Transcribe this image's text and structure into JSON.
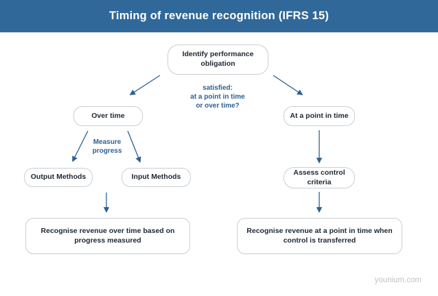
{
  "header": {
    "title": "Timing of revenue recognition (IFRS 15)"
  },
  "colors": {
    "header_bg": "#31689A",
    "canvas_bg": "#FFFFFF",
    "accent_blue": "#2E6093",
    "box_border": "#C8CED4",
    "box_text": "#1E2733",
    "watermark_gray": "#C2C2C2"
  },
  "nodes": {
    "identify": {
      "label": "Identify performance obligation"
    },
    "over_time": {
      "label": "Over time"
    },
    "at_point": {
      "label": "At a point in time"
    },
    "output_methods": {
      "label": "Output Methods"
    },
    "input_methods": {
      "label": "Input Methods"
    },
    "assess_control": {
      "label": "Assess control criteria"
    },
    "recognise_over_time": {
      "label": "Recognise revenue over time based on progress measured"
    },
    "recognise_point": {
      "label": "Recognise revenue at a point in time when control is transferred"
    }
  },
  "annotations": {
    "satisfied": {
      "line1": "satisfied:",
      "line2": "at a point in time",
      "line3": "or over time?"
    },
    "measure": {
      "line1": "Measure",
      "line2": "progress"
    }
  },
  "footer": {
    "watermark": "younium.com"
  }
}
